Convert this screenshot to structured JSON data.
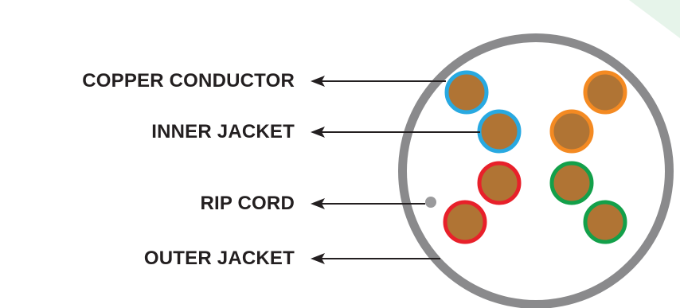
{
  "labels": {
    "copper_conductor": "COPPER CONDUCTOR",
    "inner_jacket": "INNER JACKET",
    "rip_cord": "RIP CORD",
    "outer_jacket": "OUTER JACKET"
  },
  "colors": {
    "outer_jacket": "#8a8a8c",
    "cable_interior": "#ffffff",
    "copper": "#b07434",
    "pair_blue": "#28a9e1",
    "pair_orange": "#f48a22",
    "pair_red": "#e8202a",
    "pair_green": "#13a04a",
    "rip_cord": "#9a9a9c",
    "leader_line": "#231f20",
    "corner_accent": "#e6f4ea"
  }
}
